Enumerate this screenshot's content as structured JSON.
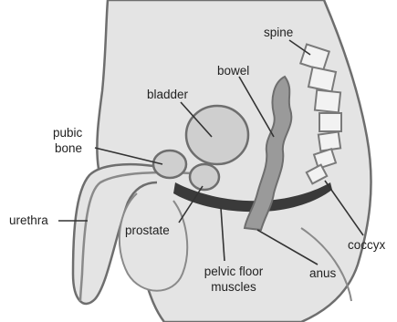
{
  "diagram": {
    "labels": {
      "spine": "spine",
      "bowel": "bowel",
      "bladder": "bladder",
      "pubic_bone_line1": "pubic",
      "pubic_bone_line2": "bone",
      "urethra": "urethra",
      "prostate": "prostate",
      "coccyx": "coccyx",
      "anus": "anus",
      "pelvic_floor_line1": "pelvic floor",
      "pelvic_floor_line2": "muscles"
    },
    "colors": {
      "body_fill": "#e4e4e4",
      "body_outline": "#6e6e6e",
      "organ_light": "#cfcfcf",
      "bowel_fill": "#9a9a9a",
      "pelvic_floor_muscle": "#3a3a3a",
      "spine_fill": "#f2f2f2"
    }
  }
}
